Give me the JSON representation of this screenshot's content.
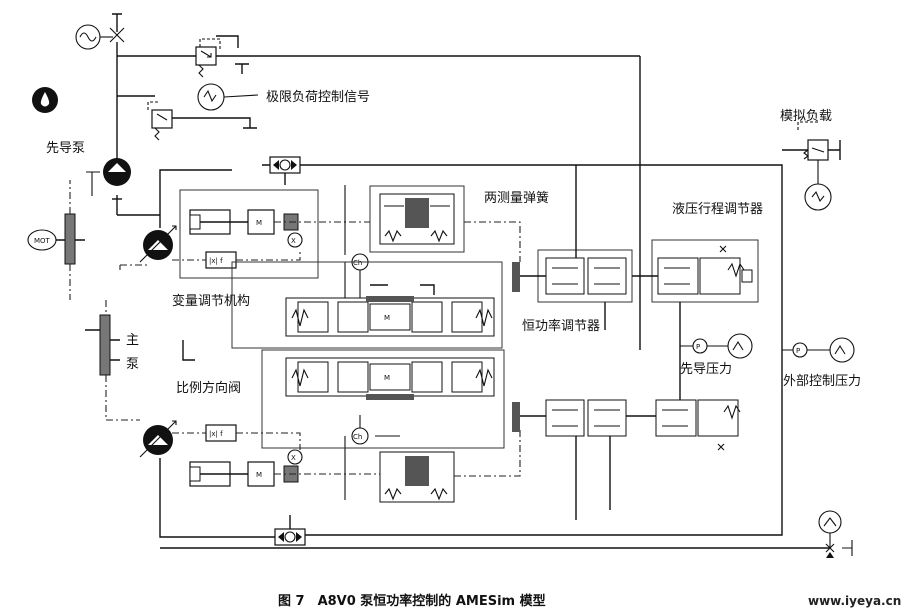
{
  "labels": {
    "pilot_pump": "先导泵",
    "limit_load_signal": "极限负荷控制信号",
    "simulated_load": "模拟负载",
    "two_measuring_springs": "两测量弹簧",
    "hydraulic_stroke_regulator": "液压行程调节器",
    "variable_mechanism": "变量调节机构",
    "main_pump_1": "主",
    "main_pump_2": "泵",
    "constant_power_regulator": "恒功率调节器",
    "pilot_pressure": "先导压力",
    "external_control_pressure": "外部控制压力",
    "proportional_valve": "比例方向阀"
  },
  "symbols": {
    "motor": "MOT",
    "mass": "M",
    "sensor_x": "X",
    "pressure": "P",
    "ch": "Ch",
    "gain_block": "|x| f"
  },
  "caption": "图 7　A8V0 泵恒功率控制的 AMESim 模型",
  "watermark": "www.iyeya.cn"
}
